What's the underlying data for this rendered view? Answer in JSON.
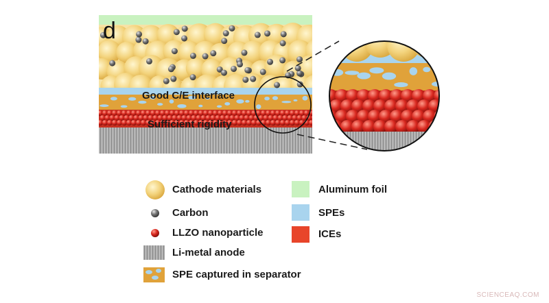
{
  "figure": {
    "panel_letter": "d",
    "annotations": {
      "interface": "Good C/E interface",
      "rigidity": "Sufficient rigidity"
    },
    "colors": {
      "aluminum_foil": "#c9f2c0",
      "cathode": "#f2d27a",
      "spe": "#a9d4ee",
      "separator_spe": "#e0a23a",
      "ice": "#e0402c",
      "llzo": "#d3231f",
      "anode": "#a8a8a8",
      "carbon": "#5a5a5a"
    }
  },
  "legend": {
    "cathode": "Cathode materials",
    "carbon": "Carbon",
    "llzo": "LLZO nanoparticle",
    "anode": "Li-metal anode",
    "spe_separator": "SPE captured in separator",
    "aluminum": "Aluminum foil",
    "spes": "SPEs",
    "ices": "ICEs"
  },
  "watermark": "SCIENCEAQ.COM"
}
